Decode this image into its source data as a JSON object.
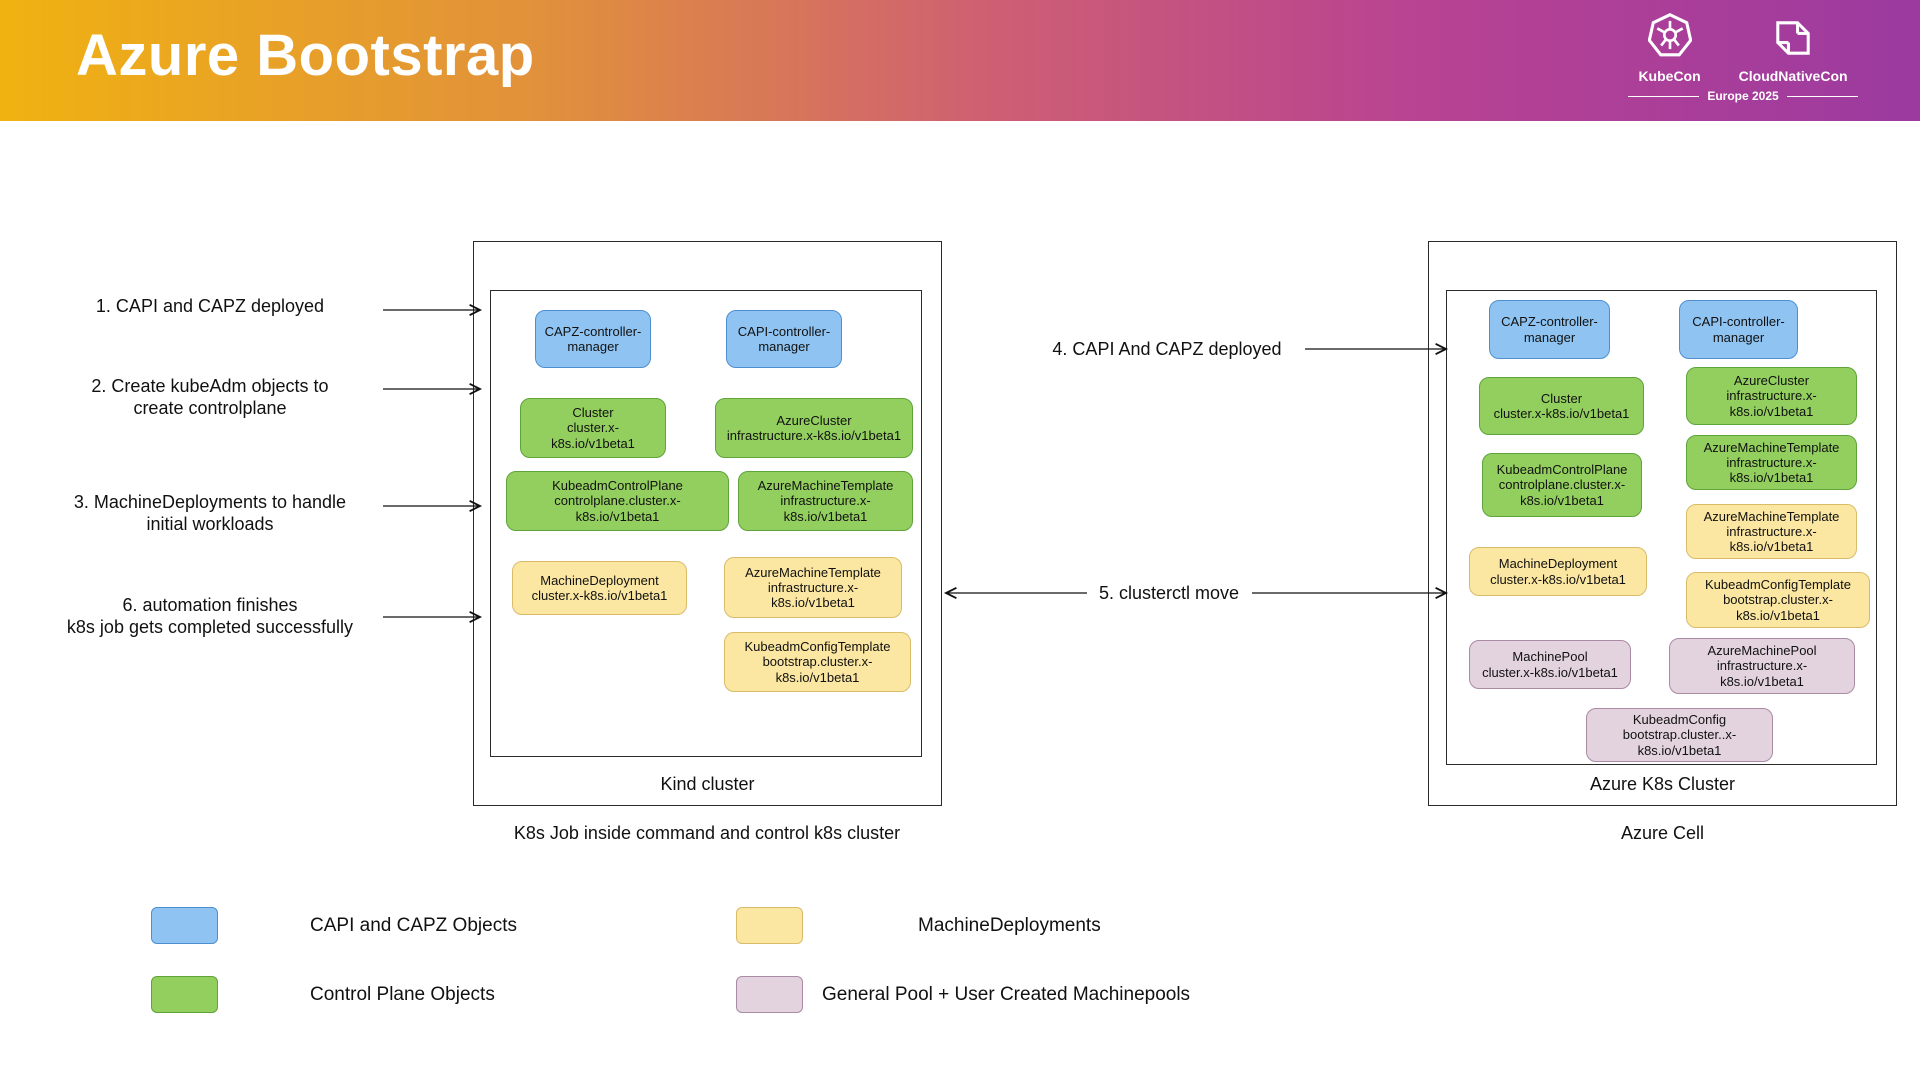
{
  "header": {
    "title": "Azure Bootstrap",
    "event": {
      "kubecon": "KubeCon",
      "cloudnativecon": "CloudNativeCon",
      "location": "Europe 2025"
    }
  },
  "annotations": {
    "step1": "1. CAPI and CAPZ deployed",
    "step2": "2. Create kubeAdm objects to\ncreate controlplane",
    "step3": "3. MachineDeployments to handle\ninitial workloads",
    "step4": "4. CAPI And CAPZ deployed",
    "step5": "5. clusterctl move",
    "step6": "6. automation finishes\nk8s job gets completed successfully"
  },
  "left_cluster": {
    "inner_label": "Kind cluster",
    "outer_label": "K8s Job inside command and control k8s cluster",
    "nodes": [
      {
        "name": "CAPZ-controller-manager",
        "api": "",
        "type": "blue"
      },
      {
        "name": "CAPI-controller-manager",
        "api": "",
        "type": "blue"
      },
      {
        "name": "Cluster",
        "api": "cluster.x-k8s.io/v1beta1",
        "type": "green"
      },
      {
        "name": "AzureCluster",
        "api": "infrastructure.x-k8s.io/v1beta1",
        "type": "green"
      },
      {
        "name": "KubeadmControlPlane",
        "api": "controlplane.cluster.x-k8s.io/v1beta1",
        "type": "green"
      },
      {
        "name": "AzureMachineTemplate",
        "api": "infrastructure.x-k8s.io/v1beta1",
        "type": "green"
      },
      {
        "name": "MachineDeployment",
        "api": "cluster.x-k8s.io/v1beta1",
        "type": "yellow"
      },
      {
        "name": "AzureMachineTemplate",
        "api": "infrastructure.x-k8s.io/v1beta1",
        "type": "yellow"
      },
      {
        "name": "KubeadmConfigTemplate",
        "api": "bootstrap.cluster.x-k8s.io/v1beta1",
        "type": "yellow"
      }
    ]
  },
  "right_cluster": {
    "inner_label": "Azure K8s Cluster",
    "outer_label": "Azure Cell",
    "nodes": [
      {
        "name": "CAPZ-controller-manager",
        "api": "",
        "type": "blue"
      },
      {
        "name": "CAPI-controller-manager",
        "api": "",
        "type": "blue"
      },
      {
        "name": "Cluster",
        "api": "cluster.x-k8s.io/v1beta1",
        "type": "green"
      },
      {
        "name": "AzureCluster",
        "api": "infrastructure.x-k8s.io/v1beta1",
        "type": "green"
      },
      {
        "name": "KubeadmControlPlane",
        "api": "controlplane.cluster.x-k8s.io/v1beta1",
        "type": "green"
      },
      {
        "name": "AzureMachineTemplate",
        "api": "infrastructure.x-k8s.io/v1beta1",
        "type": "green"
      },
      {
        "name": "AzureMachineTemplate",
        "api": "infrastructure.x-k8s.io/v1beta1",
        "type": "yellow"
      },
      {
        "name": "MachineDeployment",
        "api": "cluster.x-k8s.io/v1beta1",
        "type": "yellow"
      },
      {
        "name": "KubeadmConfigTemplate",
        "api": "bootstrap.cluster.x-k8s.io/v1beta1",
        "type": "yellow"
      },
      {
        "name": "MachinePool",
        "api": "cluster.x-k8s.io/v1beta1",
        "type": "pink"
      },
      {
        "name": "AzureMachinePool",
        "api": "infrastructure.x-k8s.io/v1beta1",
        "type": "pink"
      },
      {
        "name": "KubeadmConfig",
        "api": "bootstrap.cluster..x-k8s.io/v1beta1",
        "type": "pink"
      }
    ]
  },
  "legend": [
    {
      "label": "CAPI and CAPZ Objects",
      "type": "blue"
    },
    {
      "label": "Control Plane Objects",
      "type": "green"
    },
    {
      "label": "MachineDeployments",
      "type": "yellow"
    },
    {
      "label": "General Pool + User Created Machinepools",
      "type": "pink"
    }
  ],
  "colors": {
    "blue": "#8FC4F2",
    "green": "#93CF5E",
    "yellow": "#FBE7A1",
    "pink": "#E3D3DF",
    "header_gradient_start": "#F0B211",
    "header_gradient_end": "#9C3AA0"
  }
}
